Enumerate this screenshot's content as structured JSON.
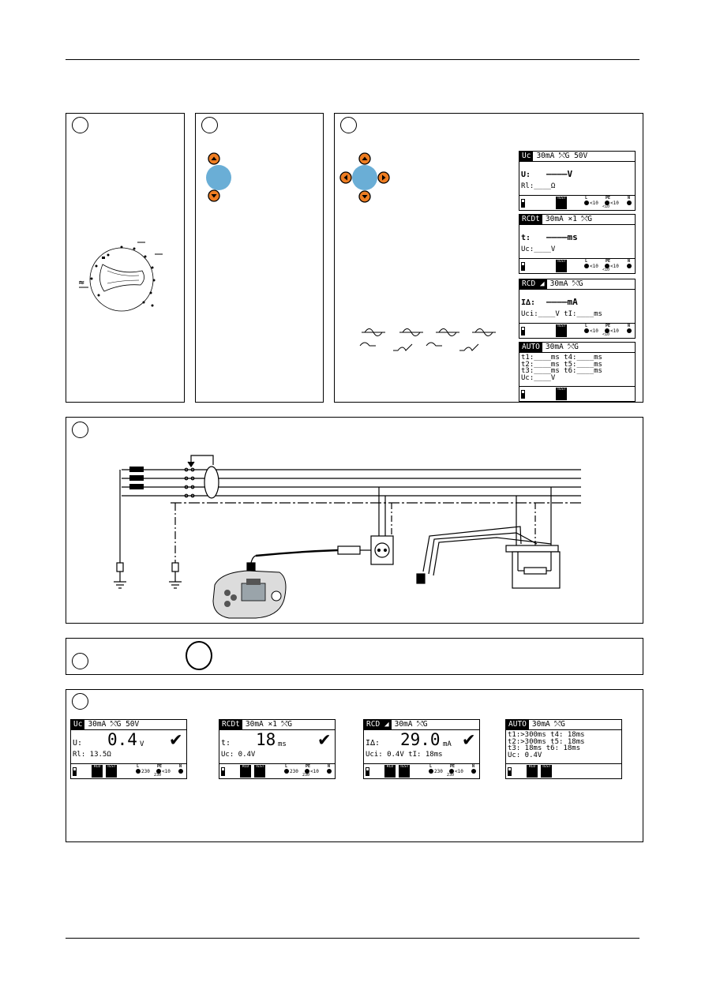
{
  "screens": {
    "setup": [
      {
        "mode": "Uc",
        "header": "30mA ⤲G 50V",
        "line1_label": "U:",
        "line1_value": "‒‒‒‒V",
        "line2": "Rl:____Ω",
        "terminals": {
          "l": "<10",
          "pe": "<10",
          "n": "",
          "pe_n": "<10"
        }
      },
      {
        "mode": "RCDt",
        "header": "30mA ×1 ⤲G",
        "line1_label": "t:",
        "line1_value": "‒‒‒‒ms",
        "line2": "Uc:____V",
        "terminals": {
          "l": "<10",
          "pe": "<10",
          "n": "",
          "pe_n": "<10"
        }
      },
      {
        "mode": "RCD ◢",
        "header": "30mA ⤲G",
        "line1_label": "I∆:",
        "line1_value": "‒‒‒‒mA",
        "line2": "Uci:____V  tI:____ms",
        "terminals": {
          "l": "<10",
          "pe": "<10",
          "n": "",
          "pe_n": "<10"
        }
      },
      {
        "mode": "AUTO",
        "header": "30mA ⤲G",
        "rows": [
          "t1:____ms  t4:____ms",
          "t2:____ms  t5:____ms",
          "t3:____ms  t6:____ms",
          "Uc:____V"
        ]
      }
    ],
    "results": [
      {
        "mode": "Uc",
        "header": "30mA ⤲G 50V",
        "line1_label": "U:",
        "value": "0.4",
        "unit": "V",
        "line2": "Rl: 13.5Ω",
        "terminals": {
          "l": "230",
          "pe": "<10",
          "pe_n": "230"
        }
      },
      {
        "mode": "RCDt",
        "header": "30mA ×1 ⤲G",
        "line1_label": "t:",
        "value": "18",
        "unit": "ms",
        "line2": "Uc: 0.4V",
        "terminals": {
          "l": "230",
          "pe": "<10",
          "pe_n": "230"
        }
      },
      {
        "mode": "RCD ◢",
        "header": "30mA ⤲G",
        "line1_label": "I∆:",
        "value": "29.0",
        "unit": "mA",
        "line2": "Uci: 0.4V  tI:  18ms",
        "terminals": {
          "l": "230",
          "pe": "<10",
          "pe_n": "230"
        }
      },
      {
        "mode": "AUTO",
        "header": "30mA ⤲G",
        "rows": [
          "t1:>300ms t4:  18ms",
          "t2:>300ms t5:  18ms",
          "t3:  18ms t6:  18ms",
          "Uc: 0.4V"
        ]
      }
    ]
  },
  "keys": {
    "test": "TEST",
    "rcd": "RCD"
  },
  "terminal_labels": {
    "l": "L",
    "pe": "PE",
    "n": "N"
  },
  "waveforms": [
    "~",
    "~",
    "~",
    "~",
    "~",
    "~",
    "~",
    "~"
  ],
  "colors": {
    "key_blue": "#6aaed6",
    "key_orange": "#ee7d22",
    "lcd_black": "#000000"
  },
  "icons": [
    "rotary-selector-icon",
    "arrow-key-icon",
    "tester-device-icon",
    "distribution-panel-icon",
    "socket-icon"
  ]
}
